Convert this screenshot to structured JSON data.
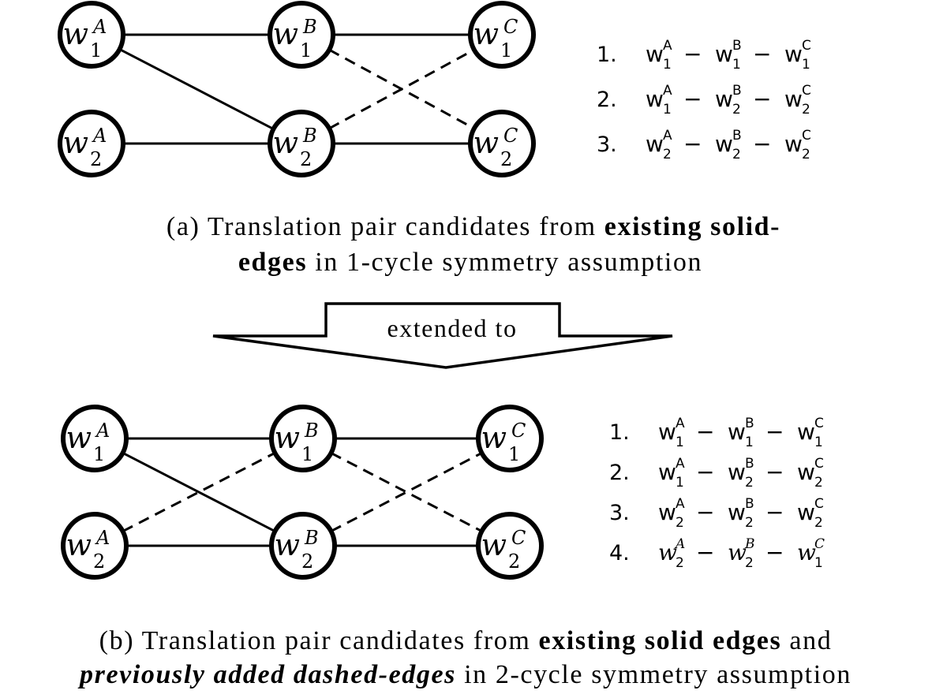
{
  "panel_a": {
    "nodes": [
      {
        "id": "a-w1A",
        "w": "w",
        "sub": "1",
        "sup": "A"
      },
      {
        "id": "a-w2A",
        "w": "w",
        "sub": "2",
        "sup": "A"
      },
      {
        "id": "a-w1B",
        "w": "w",
        "sub": "1",
        "sup": "B"
      },
      {
        "id": "a-w2B",
        "w": "w",
        "sub": "2",
        "sup": "B"
      },
      {
        "id": "a-w1C",
        "w": "w",
        "sub": "1",
        "sup": "C"
      },
      {
        "id": "a-w2C",
        "w": "w",
        "sub": "2",
        "sup": "C"
      }
    ],
    "edges": [
      {
        "from": "a-w1A",
        "to": "a-w1B",
        "style": "solid"
      },
      {
        "from": "a-w1A",
        "to": "a-w2B",
        "style": "solid"
      },
      {
        "from": "a-w2A",
        "to": "a-w2B",
        "style": "solid"
      },
      {
        "from": "a-w1B",
        "to": "a-w1C",
        "style": "solid"
      },
      {
        "from": "a-w2B",
        "to": "a-w2C",
        "style": "solid"
      },
      {
        "from": "a-w1B",
        "to": "a-w2C",
        "style": "dashed"
      },
      {
        "from": "a-w2B",
        "to": "a-w1C",
        "style": "dashed"
      }
    ],
    "candidates": [
      {
        "num": "1.",
        "path": [
          {
            "sub": "1",
            "sup": "A"
          },
          {
            "sub": "1",
            "sup": "B"
          },
          {
            "sub": "1",
            "sup": "C"
          }
        ]
      },
      {
        "num": "2.",
        "path": [
          {
            "sub": "1",
            "sup": "A"
          },
          {
            "sub": "2",
            "sup": "B"
          },
          {
            "sub": "2",
            "sup": "C"
          }
        ]
      },
      {
        "num": "3.",
        "path": [
          {
            "sub": "2",
            "sup": "A"
          },
          {
            "sub": "2",
            "sup": "B"
          },
          {
            "sub": "2",
            "sup": "C"
          }
        ]
      }
    ],
    "caption_line1_plain": "(a) Translation pair candidates from ",
    "caption_line1_bold": "existing solid-",
    "caption_line2_bold": "edges",
    "caption_line2_plain": " in 1-cycle symmetry assumption"
  },
  "arrow": {
    "label": "extended to"
  },
  "panel_b": {
    "nodes": [
      {
        "id": "b-w1A",
        "w": "w",
        "sub": "1",
        "sup": "A"
      },
      {
        "id": "b-w2A",
        "w": "w",
        "sub": "2",
        "sup": "A"
      },
      {
        "id": "b-w1B",
        "w": "w",
        "sub": "1",
        "sup": "B"
      },
      {
        "id": "b-w2B",
        "w": "w",
        "sub": "2",
        "sup": "B"
      },
      {
        "id": "b-w1C",
        "w": "w",
        "sub": "1",
        "sup": "C"
      },
      {
        "id": "b-w2C",
        "w": "w",
        "sub": "2",
        "sup": "C"
      }
    ],
    "edges": [
      {
        "from": "b-w1A",
        "to": "b-w1B",
        "style": "solid"
      },
      {
        "from": "b-w1A",
        "to": "b-w2B",
        "style": "solid"
      },
      {
        "from": "b-w2A",
        "to": "b-w2B",
        "style": "solid"
      },
      {
        "from": "b-w2A",
        "to": "b-w1B",
        "style": "dashed"
      },
      {
        "from": "b-w1B",
        "to": "b-w1C",
        "style": "solid"
      },
      {
        "from": "b-w2B",
        "to": "b-w2C",
        "style": "solid"
      },
      {
        "from": "b-w1B",
        "to": "b-w2C",
        "style": "dashed"
      },
      {
        "from": "b-w2B",
        "to": "b-w1C",
        "style": "dashed"
      }
    ],
    "candidates": [
      {
        "num": "1.",
        "italic": false,
        "path": [
          {
            "sub": "1",
            "sup": "A"
          },
          {
            "sub": "1",
            "sup": "B"
          },
          {
            "sub": "1",
            "sup": "C"
          }
        ]
      },
      {
        "num": "2.",
        "italic": false,
        "path": [
          {
            "sub": "1",
            "sup": "A"
          },
          {
            "sub": "2",
            "sup": "B"
          },
          {
            "sub": "2",
            "sup": "C"
          }
        ]
      },
      {
        "num": "3.",
        "italic": false,
        "path": [
          {
            "sub": "2",
            "sup": "A"
          },
          {
            "sub": "2",
            "sup": "B"
          },
          {
            "sub": "2",
            "sup": "C"
          }
        ]
      },
      {
        "num": "4.",
        "italic": true,
        "path": [
          {
            "sub": "2",
            "sup": "A"
          },
          {
            "sub": "2",
            "sup": "B"
          },
          {
            "sub": "1",
            "sup": "C"
          }
        ]
      }
    ],
    "caption_line1_plain": "(b) Translation pair candidates from ",
    "caption_line1_bold": "existing solid edges",
    "caption_line1_end": " and",
    "caption_line2_bolditalic": "previously added dashed-edges",
    "caption_line2_plain": " in 2-cycle symmetry assumption"
  }
}
